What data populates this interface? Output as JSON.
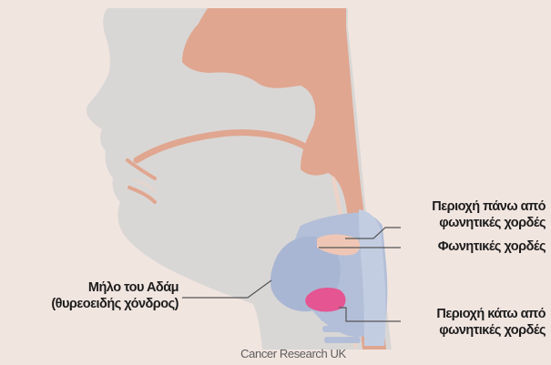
{
  "diagram": {
    "labels": {
      "above_vocal_cords": {
        "line1": "Περιοχή πάνω από",
        "line2": "φωνητικές χορδές"
      },
      "vocal_cords": {
        "line1": "Φωνητικές χορδές"
      },
      "below_vocal_cords": {
        "line1": "Περιοχή κάτω από",
        "line2": "φωνητικές χορδές"
      },
      "adams_apple": {
        "line1": "Μήλο του Αδάμ",
        "line2": "(θυρεοειδής χόνδρος)"
      }
    },
    "credit": "Cancer Research UK",
    "colors": {
      "background": "#f1e5e0",
      "head_silhouette": "#d9d7d5",
      "airway_tissue": "#e0a690",
      "larynx_cartilage": "#b3bfd8",
      "epiglottis": "#efc6b5",
      "vocal_cord_highlight": "#e45592",
      "leader_line": "#555555"
    }
  }
}
